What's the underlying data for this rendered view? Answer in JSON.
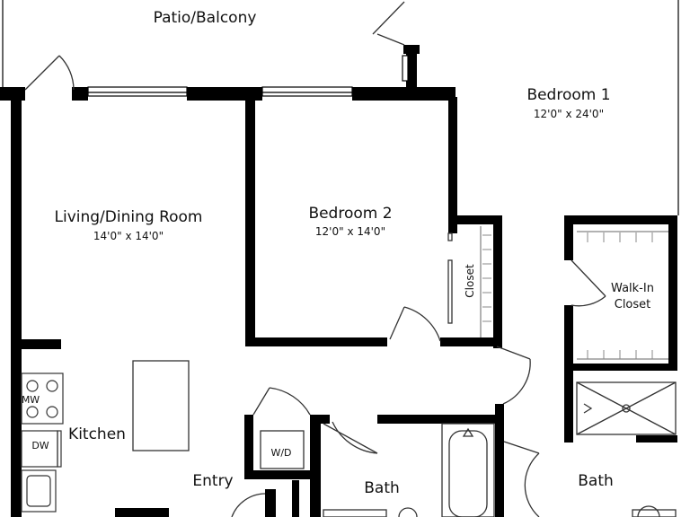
{
  "rooms": {
    "patio": {
      "name": "Patio/Balcony"
    },
    "bedroom1": {
      "name": "Bedroom 1",
      "dims": "12'0\" x 24'0\""
    },
    "living": {
      "name": "Living/Dining Room",
      "dims": "14'0\" x 14'0\""
    },
    "bedroom2": {
      "name": "Bedroom 2",
      "dims": "12'0\" x 14'0\""
    },
    "closet": {
      "name": "Closet"
    },
    "walkin": {
      "line1": "Walk-In",
      "line2": "Closet"
    },
    "kitchen": {
      "name": "Kitchen"
    },
    "entry": {
      "name": "Entry"
    },
    "bath1": {
      "name": "Bath"
    },
    "bath2": {
      "name": "Bath"
    }
  },
  "fixtures": {
    "microwave": "MW",
    "dishwasher": "DW",
    "washer_dryer": "W/D"
  },
  "colors": {
    "wall": "#000000",
    "background": "#ffffff",
    "line": "#333333"
  }
}
